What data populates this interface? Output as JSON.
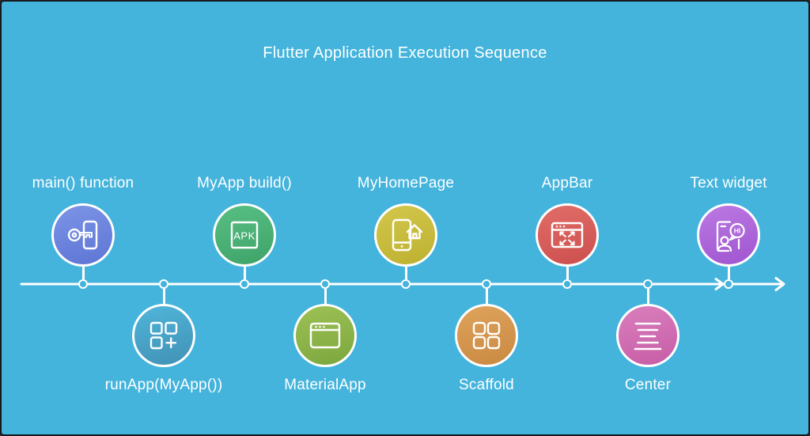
{
  "title": "Flutter Application Execution Sequence",
  "colors": {
    "background": "#44B4DC",
    "line": "#FFFFFF",
    "text": "#FFFFFF"
  },
  "nodes": [
    {
      "label": "main() function",
      "side": "top",
      "icon": "key-door-icon",
      "gradient": [
        "#7C94E6",
        "#5E75D5"
      ]
    },
    {
      "label": "runApp(MyApp())",
      "side": "bottom",
      "icon": "add-apps-icon",
      "gradient": [
        "#4FB5D9",
        "#4192B6"
      ]
    },
    {
      "label": "MyApp build()",
      "side": "top",
      "icon": "apk-badge-icon",
      "gradient": [
        "#58BF84",
        "#3EA368"
      ]
    },
    {
      "label": "MaterialApp",
      "side": "bottom",
      "icon": "browser-window-icon",
      "gradient": [
        "#9DC155",
        "#7CA73E"
      ]
    },
    {
      "label": "MyHomePage",
      "side": "top",
      "icon": "phone-home-icon",
      "gradient": [
        "#D2C74C",
        "#BEB131"
      ]
    },
    {
      "label": "Scaffold",
      "side": "bottom",
      "icon": "grid-icon",
      "gradient": [
        "#DFA35C",
        "#C98941"
      ]
    },
    {
      "label": "AppBar",
      "side": "top",
      "icon": "window-expand-icon",
      "gradient": [
        "#E16D68",
        "#CD4F4D"
      ]
    },
    {
      "label": "Center",
      "side": "bottom",
      "icon": "center-align-lines-icon",
      "gradient": [
        "#DA7EBD",
        "#C75DA6"
      ]
    },
    {
      "label": "Text widget",
      "side": "top",
      "icon": "phone-chat-hi-icon",
      "gradient": [
        "#BB79E2",
        "#A055D0"
      ]
    }
  ],
  "icon_texts": {
    "apk": "APK",
    "hi": "HI"
  }
}
